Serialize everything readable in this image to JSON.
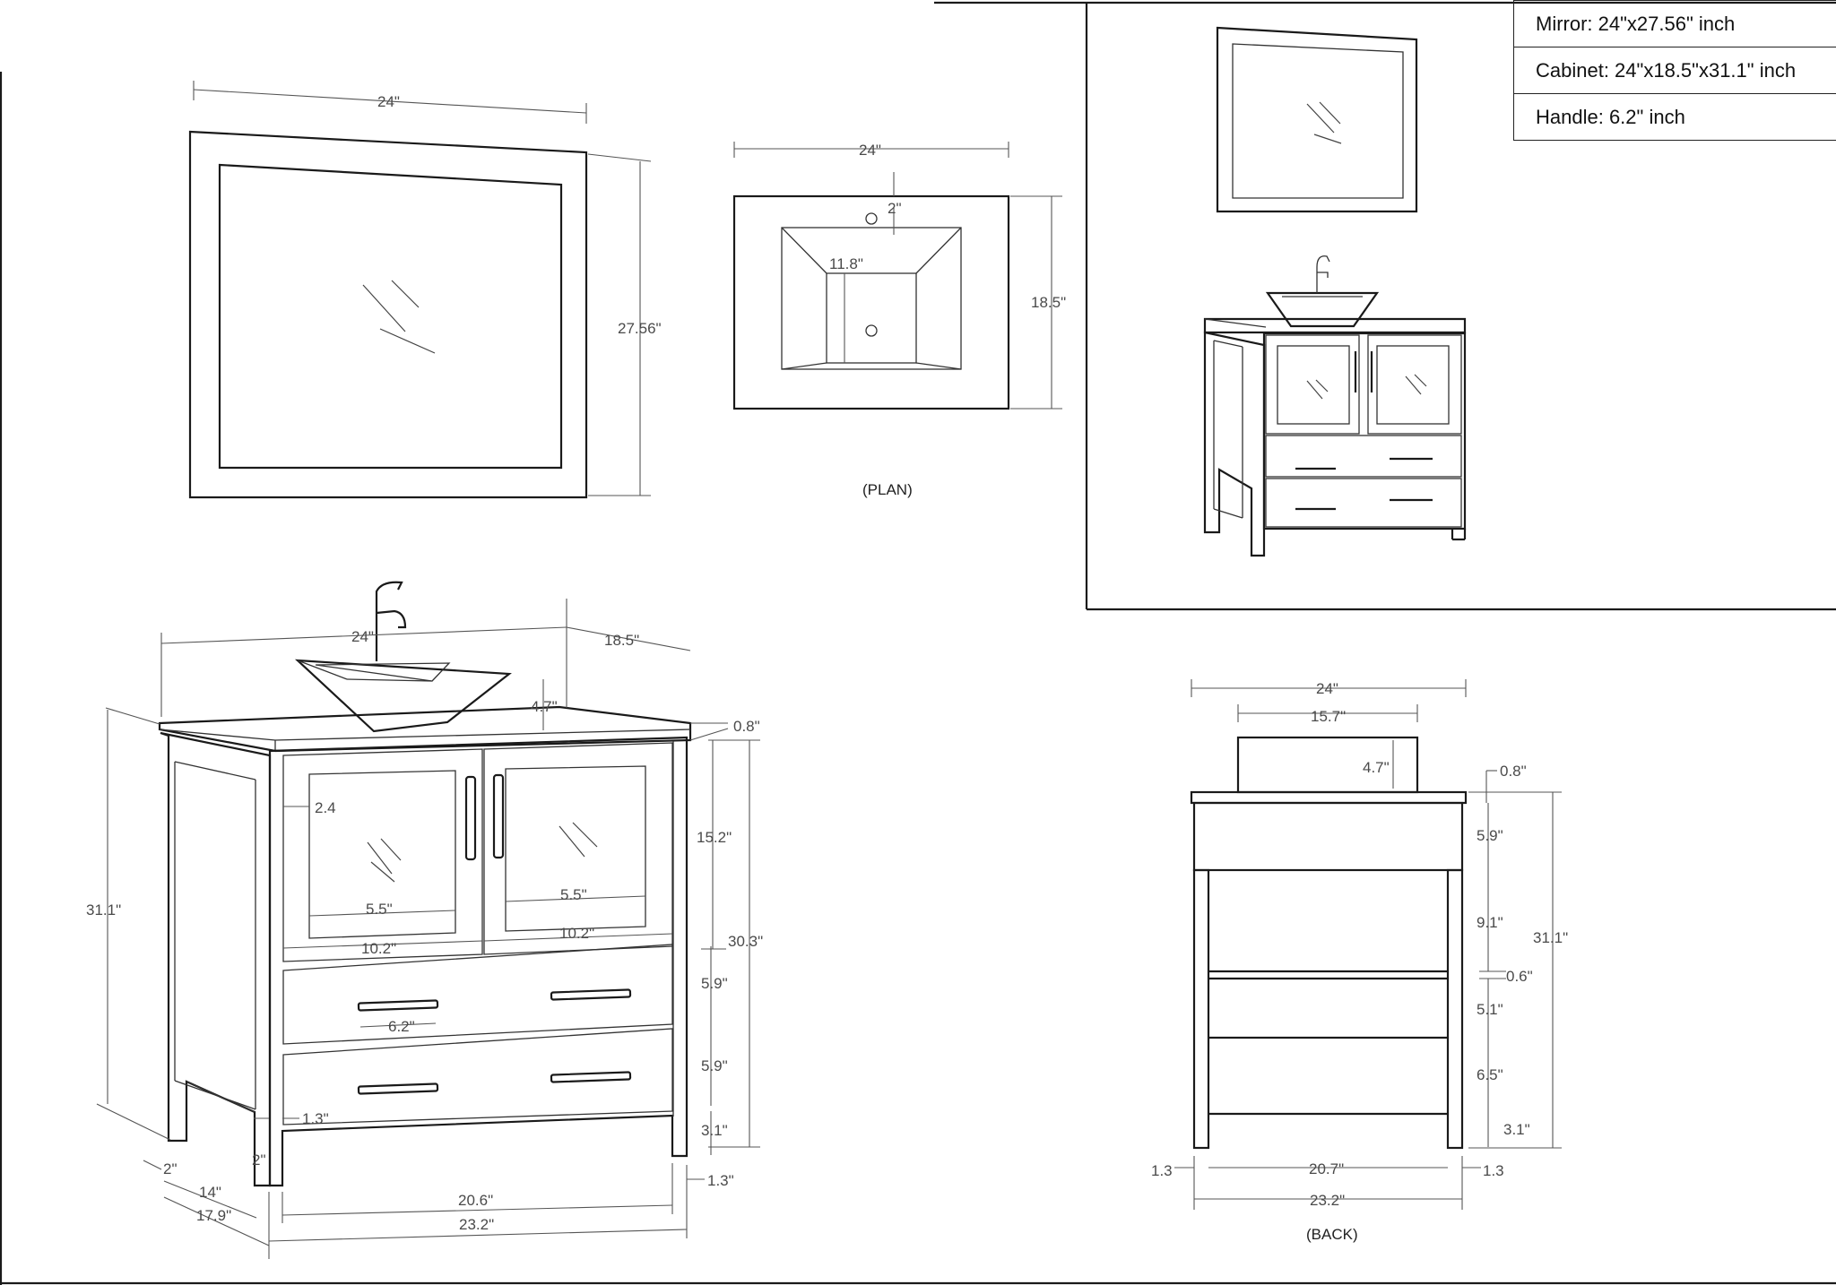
{
  "specs": {
    "mirror": "Mirror: 24\"x27.56\"  inch",
    "cabinet": "Cabinet: 24\"x18.5\"x31.1\"  inch",
    "handle": "Handle: 6.2\"  inch"
  },
  "mirror_view": {
    "width": "24\"",
    "height": "27.56\""
  },
  "plan_view": {
    "caption": "(PLAN)",
    "width": "24\"",
    "depth": "18.5\"",
    "faucet_offset": "2\"",
    "basin": "11.8\""
  },
  "front_view": {
    "top_width": "24\"",
    "top_depth": "18.5\"",
    "sink_height": "4.7\"",
    "top_thickness": "0.8\"",
    "frame_width": "2.4",
    "door_height": "15.2\"",
    "glass_width_left": "5.5\"",
    "glass_width_right": "5.5\"",
    "door_width_left": "10.2\"",
    "door_width_right": "10.2\"",
    "body_height": "30.3\"",
    "total_height": "31.1\"",
    "drawer_1": "5.9\"",
    "drawer_2": "5.9\"",
    "handle": "6.2\"",
    "leg_height": "3.1\"",
    "leg_width": "1.3\"",
    "side_leg": "2\"",
    "side_leg_front": "2\"",
    "side_inner": "14\"",
    "side_depth": "17.9\"",
    "inner_width": "20.6\"",
    "leg_side": "1.3\"",
    "outer_width": "23.2\""
  },
  "back_view": {
    "caption": "(BACK)",
    "top_width": "24\"",
    "sink_width": "15.7\"",
    "sink_height": "4.7\"",
    "top_thickness": "0.8\"",
    "apron": "5.9\"",
    "opening": "9.1\"",
    "shelf": "0.6\"",
    "panel_1": "5.1\"",
    "panel_2": "6.5\"",
    "leg_height": "3.1\"",
    "total_height": "31.1\"",
    "leg_left": "1.3",
    "inner_width": "20.7\"",
    "leg_right": "1.3",
    "outer_width": "23.2\""
  }
}
